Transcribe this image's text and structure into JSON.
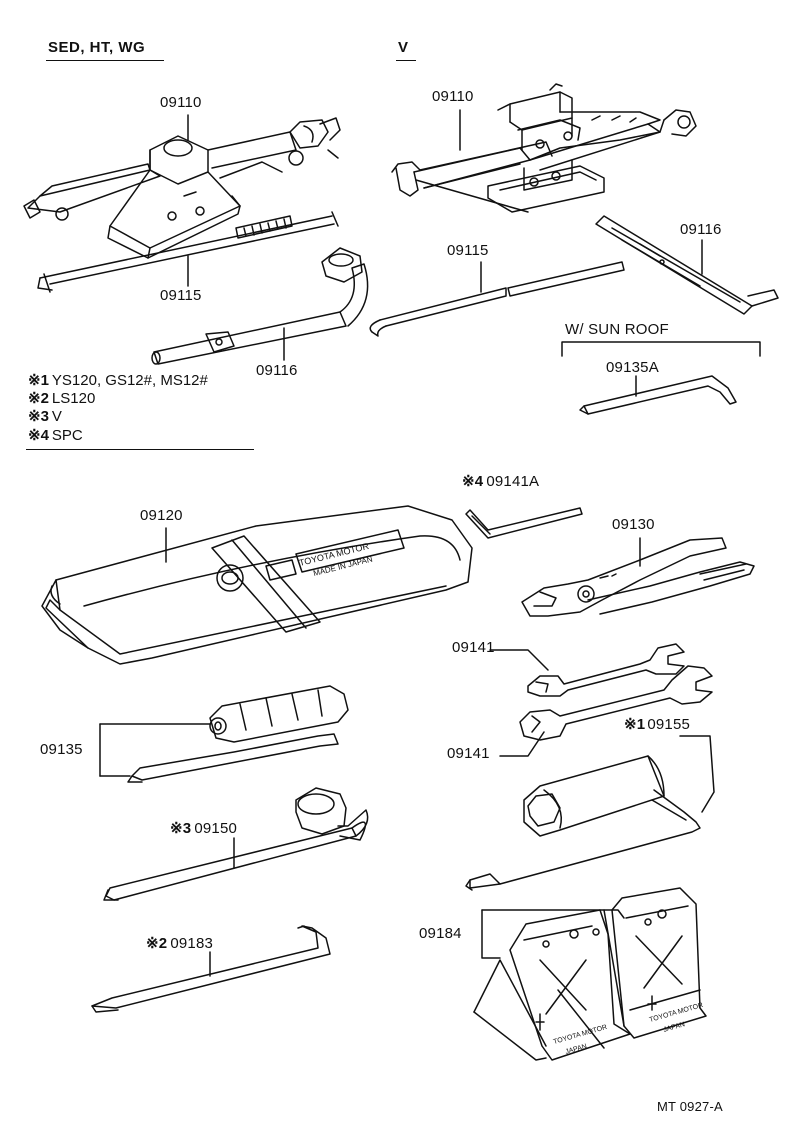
{
  "headers": {
    "left": "SED, HT, WG",
    "right": "V",
    "sunroof": "W/ SUN  ROOF"
  },
  "notes": [
    {
      "mark": "※1",
      "text": "YS120, GS12#, MS12#"
    },
    {
      "mark": "※2",
      "text": "LS120"
    },
    {
      "mark": "※3",
      "text": "V"
    },
    {
      "mark": "※4",
      "text": "SPC"
    }
  ],
  "parts": {
    "jack_left": "09110",
    "jack_right": "09110",
    "jack_handle_left": "09115",
    "jack_handle_right": "09115",
    "wrench_left": "09116",
    "wrench_right": "09116",
    "sunroof_tool": "09135A",
    "hex_wrench": {
      "mark": "※4",
      "number": "09141A"
    },
    "tool_bag": "09120",
    "pliers": "09130",
    "spanner_top": "09141",
    "spanner_bottom": "09141",
    "screwdriver": "09135",
    "plug_wrench": {
      "mark": "※1",
      "number": "09155"
    },
    "socket_wrench": {
      "mark": "※3",
      "number": "09150"
    },
    "hub_nut_wrench": {
      "mark": "※2",
      "number": "09183"
    },
    "wheel_chocks": "09184"
  },
  "bag_text": {
    "brand": "TOYOTA MOTOR",
    "origin": "MADE IN JAPAN"
  },
  "chock_text": {
    "brand": "TOYOTA MOTOR",
    "origin": "JAPAN"
  },
  "footer": "MT  0927-A",
  "colors": {
    "ink": "#111111",
    "paper": "#ffffff"
  }
}
